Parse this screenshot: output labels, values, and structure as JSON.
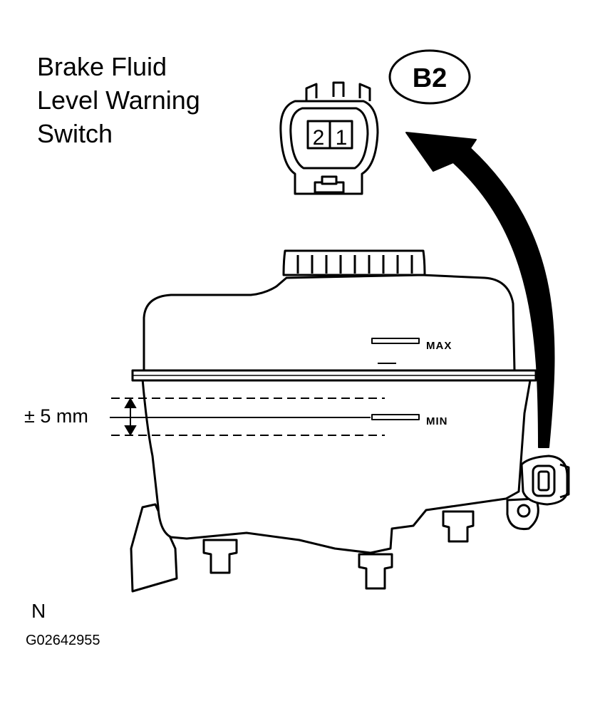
{
  "title_lines": [
    "Brake Fluid",
    "Level Warning",
    "Switch"
  ],
  "connector": {
    "code": "B2",
    "pins": [
      "2",
      "1"
    ]
  },
  "reservoir": {
    "max_label": "MAX",
    "min_label": "MIN",
    "tolerance_label": "± 5 mm"
  },
  "footer": {
    "note": "N",
    "figure_id": "G02642955"
  }
}
